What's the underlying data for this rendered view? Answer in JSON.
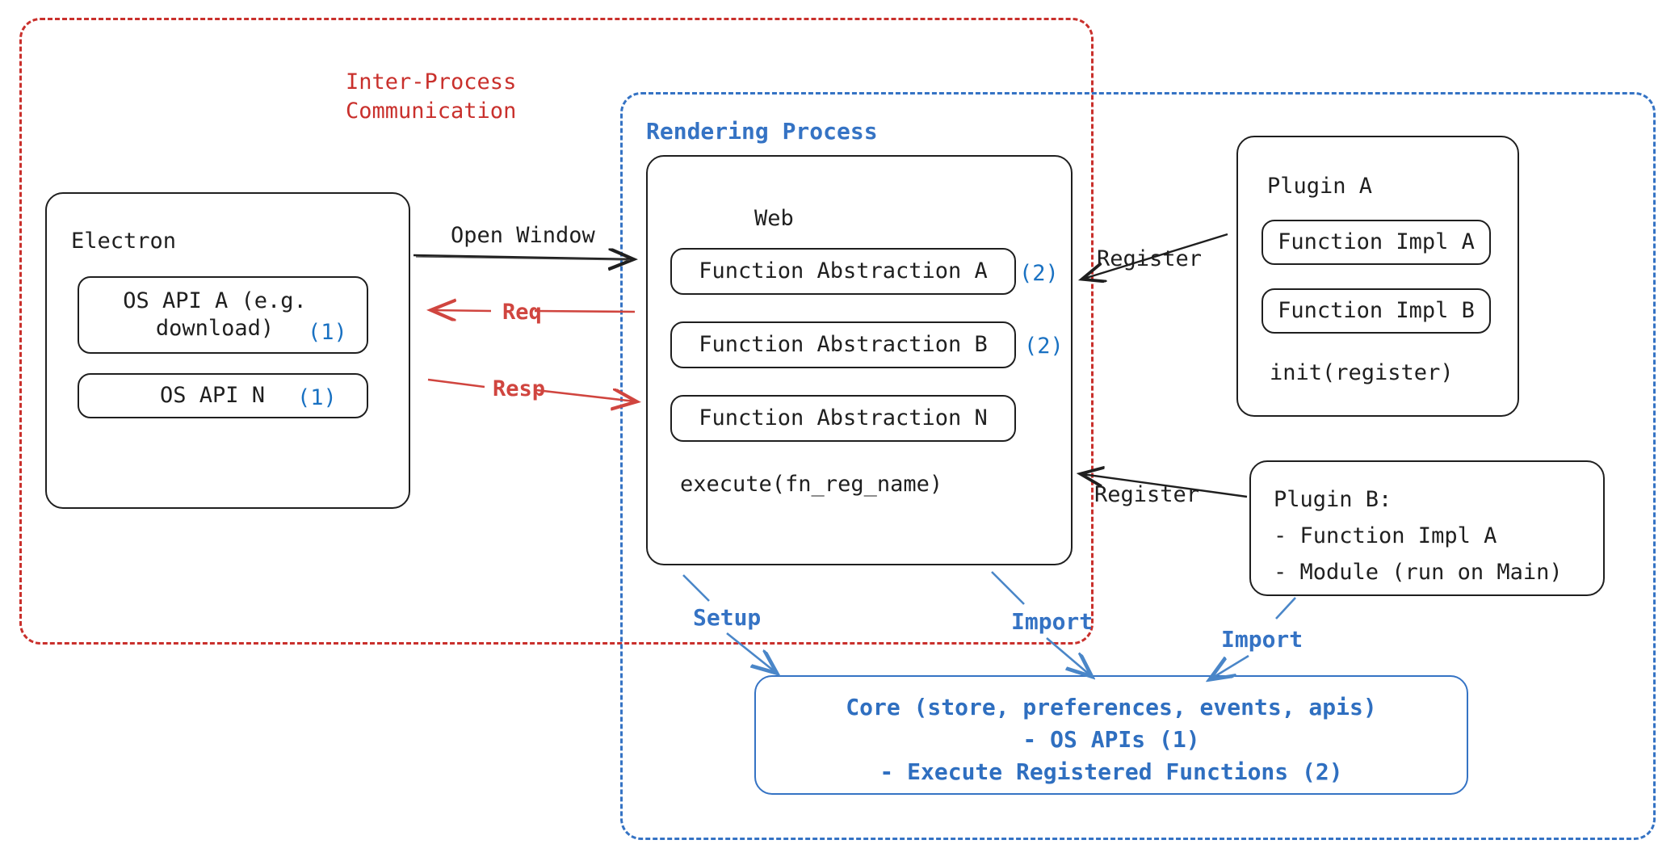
{
  "diagram": {
    "title": "Electron plugin architecture",
    "colors": {
      "ipc_red": "#c9302c",
      "rendering_blue": "#3573c4",
      "marker_blue": "#1971c2",
      "core_blue": "#2f6fc0",
      "ink": "#1f1f1f",
      "arrow_red": "#d0453f"
    }
  },
  "groups": {
    "ipc": {
      "label": "Inter-Process\nCommunication"
    },
    "rendering_process": {
      "label": "Rendering Process"
    }
  },
  "electron": {
    "title": "Electron",
    "apis": [
      {
        "label": "OS API A (e.g.\ndownload)",
        "marker": "(1)"
      },
      {
        "label": "OS API N",
        "marker": "(1)"
      }
    ]
  },
  "web": {
    "title": "Web",
    "abstractions": [
      {
        "label": "Function Abstraction A",
        "marker": "(2)"
      },
      {
        "label": "Function Abstraction B",
        "marker": "(2)"
      },
      {
        "label": "Function Abstraction N",
        "marker": ""
      }
    ],
    "footer": "execute(fn_reg_name)"
  },
  "plugin_a": {
    "title": "Plugin A",
    "items": [
      "Function Impl A",
      "Function Impl B"
    ],
    "footer": "init(register)"
  },
  "plugin_b": {
    "lines": [
      "Plugin B:",
      "- Function Impl A",
      "- Module (run on Main)"
    ]
  },
  "core": {
    "lines": [
      "Core (store, preferences, events, apis)",
      "- OS APIs (1)",
      "- Execute Registered Functions (2)"
    ]
  },
  "edges": {
    "open_window": "Open Window",
    "req": "Req",
    "resp": "Resp",
    "register_top": "Register",
    "register_bottom": "Register",
    "setup": "Setup",
    "import_web": "Import",
    "import_plugin_b": "Import"
  }
}
